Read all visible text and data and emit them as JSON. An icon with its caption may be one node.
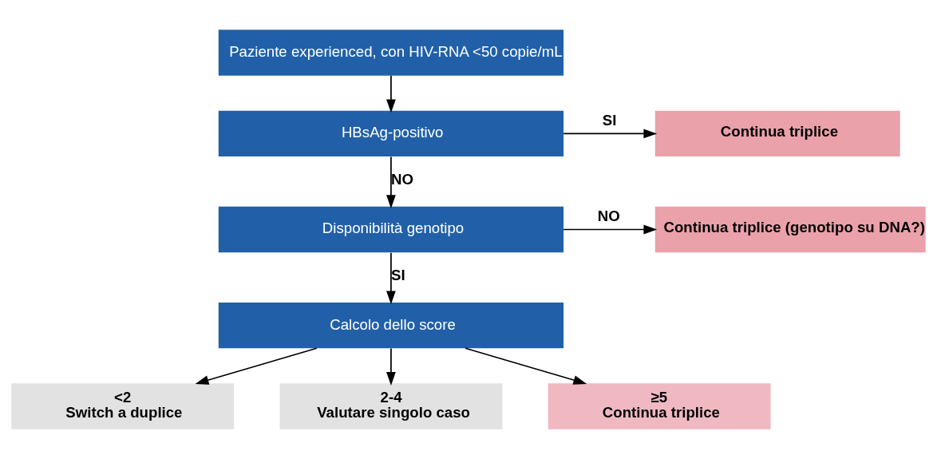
{
  "diagram": {
    "nodes": [
      {
        "text": [
          "Paziente experienced, con HIV-RNA <50 copie/mL"
        ]
      },
      {
        "text": [
          "HBsAg-positivo"
        ]
      },
      {
        "text": [
          "Continua triplice"
        ]
      },
      {
        "text": [
          "Disponibilità genotipo"
        ]
      },
      {
        "text": [
          "Continua triplice (genotipo su DNA?)"
        ]
      },
      {
        "text": [
          "Calcolo dello score"
        ]
      },
      {
        "text": [
          "<2",
          "Switch a duplice"
        ]
      },
      {
        "text": [
          "2-4",
          "Valutare singolo caso"
        ]
      },
      {
        "text": [
          "≥5",
          "Continua triplice"
        ]
      }
    ],
    "edges": [
      {
        "from": 0,
        "to": 1,
        "arrow": "to"
      },
      {
        "from": 1,
        "to": 2,
        "arrow": "to",
        "label": "SI"
      },
      {
        "from": 1,
        "to": 3,
        "arrow": "to",
        "label": "NO"
      },
      {
        "from": 3,
        "to": 4,
        "arrow": "to",
        "label": "NO"
      },
      {
        "from": 3,
        "to": 5,
        "arrow": "to",
        "label": "SI"
      },
      {
        "from": 5,
        "to": 6,
        "arrow": "to"
      },
      {
        "from": 5,
        "to": 7,
        "arrow": "to"
      },
      {
        "from": 5,
        "to": 8,
        "arrow": "to"
      }
    ]
  }
}
